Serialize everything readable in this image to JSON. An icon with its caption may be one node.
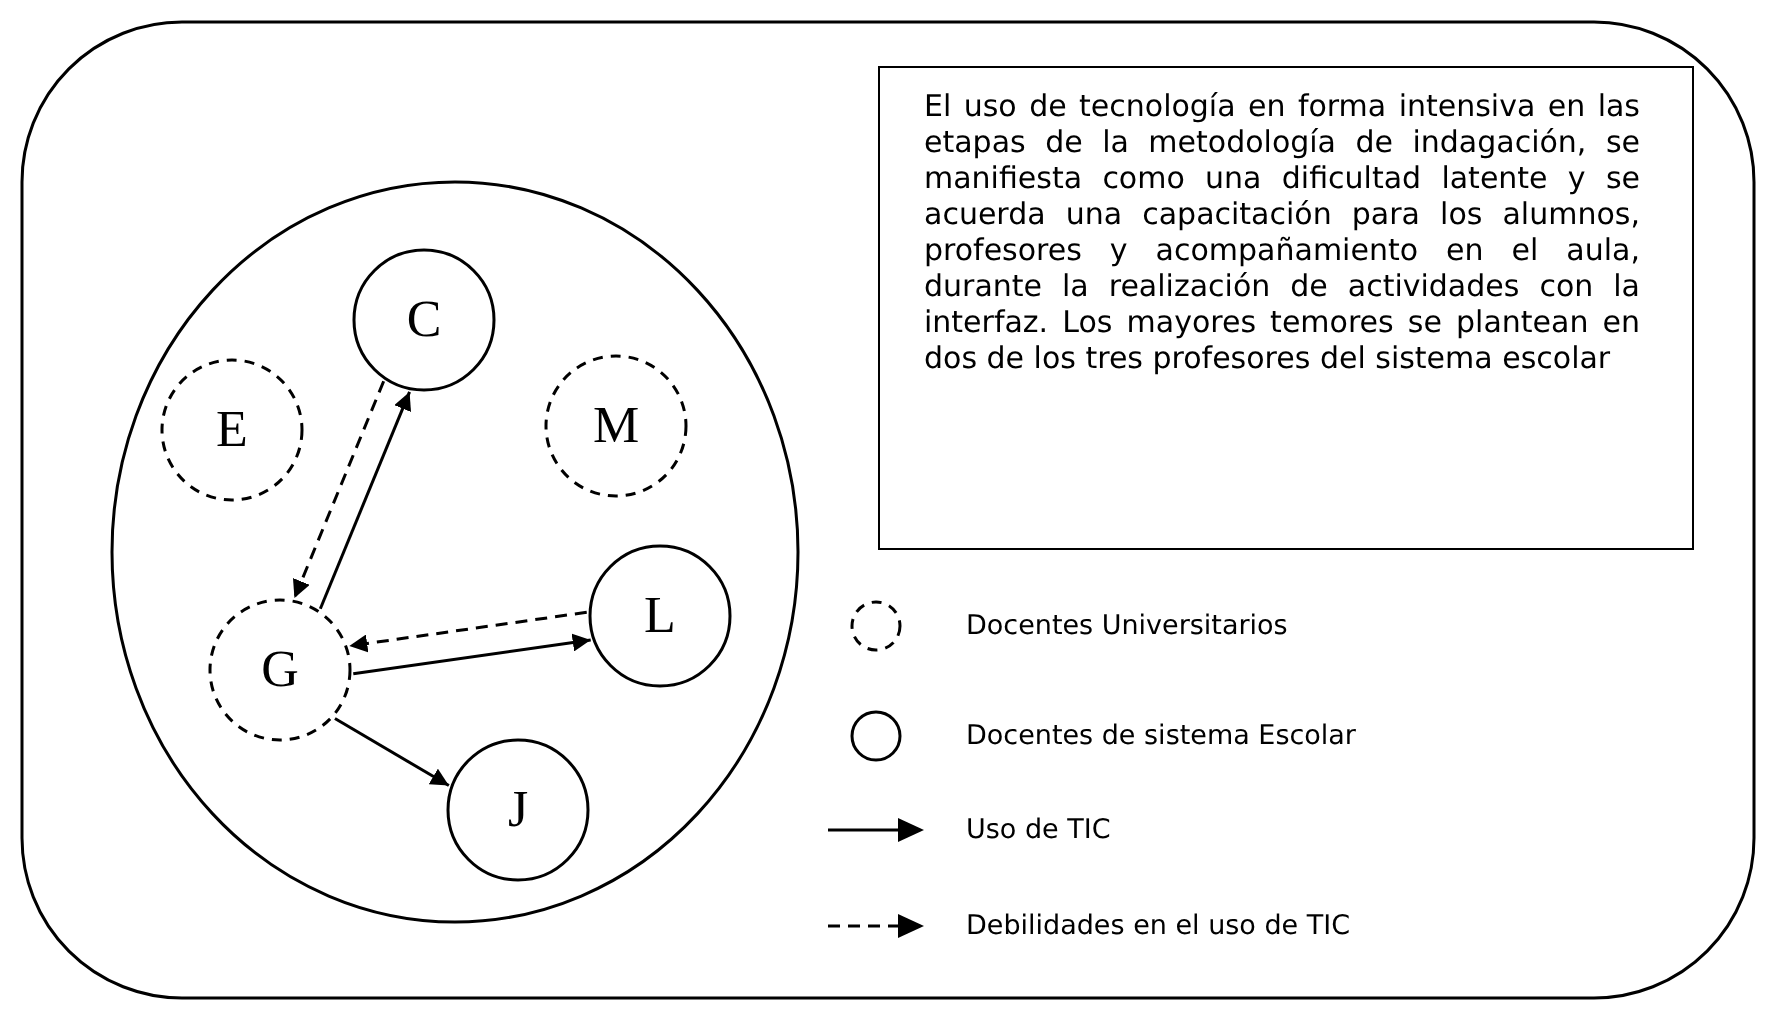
{
  "diagram": {
    "nodes": [
      {
        "text": [],
        "shape": "box"
      },
      {
        "text": [],
        "shape": "circle",
        "in": 0
      },
      {
        "text": [
          "C"
        ],
        "in": 1
      },
      {
        "text": [
          "E"
        ],
        "in": 1
      },
      {
        "text": [
          "M"
        ],
        "in": 1
      },
      {
        "text": [
          "L"
        ],
        "in": 1
      },
      {
        "text": [
          "G"
        ],
        "in": 1
      },
      {
        "text": [
          "J"
        ],
        "in": 1
      },
      {
        "text": [
          "El uso de tecnología  en forma intensiva en las etapas de  la metodología de indagación, se manifiesta como una dificultad latente y se  acuerda una capacitación para los alumnos, profesores y acompañamiento en el aula, durante  la realización de actividades con la interfaz. Los mayores temores  se plantean en dos de los tres profesores del sistema escolar"
        ],
        "in": 0
      }
    ],
    "edges": [
      {
        "from": 6,
        "to": 2,
        "arrow": "to"
      },
      {
        "from": 2,
        "to": 6,
        "arrow": "to",
        "style": "dashed"
      },
      {
        "from": 6,
        "to": 5,
        "arrow": "to"
      },
      {
        "from": 5,
        "to": 6,
        "arrow": "to",
        "style": "dashed"
      },
      {
        "from": 6,
        "to": 7,
        "arrow": "to"
      }
    ],
    "legend": [
      {
        "text": "Docentes Universitarios"
      },
      {
        "text": "Docentes de sistema Escolar"
      },
      {
        "text": "Uso de TIC"
      },
      {
        "text": "Debilidades en el uso de TIC"
      }
    ]
  }
}
